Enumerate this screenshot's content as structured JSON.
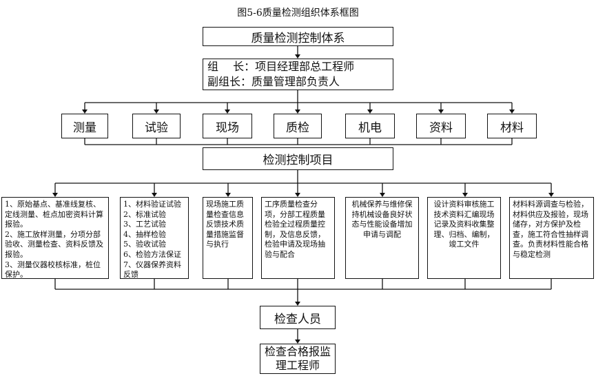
{
  "title": "图5-6质量检测组织体系框图",
  "root": {
    "label": "质量检测控制体系"
  },
  "leaders": [
    {
      "text": "组　 长：项目经理部总工程师"
    },
    {
      "text": "副组长：质量管理部负责人"
    }
  ],
  "departments": [
    {
      "label": "测量"
    },
    {
      "label": "试验"
    },
    {
      "label": "现场"
    },
    {
      "label": "质检"
    },
    {
      "label": "机电"
    },
    {
      "label": "资料"
    },
    {
      "label": "材料"
    }
  ],
  "project": {
    "label": "检测控制项目"
  },
  "details": [
    {
      "lines": [
        "1、原始基点、基准线复核、定线测量、桩点加密资料计算报验。",
        "2、施工放样测量，分项分部验收、测量检查、资料反馈及报验。",
        "3、测量仪器校核标准，桩位保护。"
      ]
    },
    {
      "lines": [
        "1、材料验证试验",
        "2、标准试验",
        "3、工艺试验",
        "4、抽样检验",
        "5、验收试验",
        "6、检验方法保证",
        "7、仪器保养资料反馈"
      ]
    },
    {
      "lines": [
        "现场施工质量检查信息反馈技术质量措施监督与执行"
      ]
    },
    {
      "lines": [
        "工序质量检查分项，分部工程质量检验全过程质量控制，及信息反馈，检验申请及现场抽验与配合"
      ]
    },
    {
      "lines": [
        "机械保养与维修保持机械设备良好状态与性能设备增加申请与调配"
      ]
    },
    {
      "lines": [
        "设计资料审核施工技术资料汇编现场记录及资料收集整理、归档、编制，竣工文件"
      ]
    },
    {
      "lines": [
        "材料料源调查与检验，材料供应及报验，现场储存，对方保护及检查，施工符合性抽样调查。负责材料性能合格与稳定检测"
      ]
    }
  ],
  "inspector": {
    "label": "检查人员"
  },
  "final": {
    "label": "检查合格报监理工程师"
  }
}
